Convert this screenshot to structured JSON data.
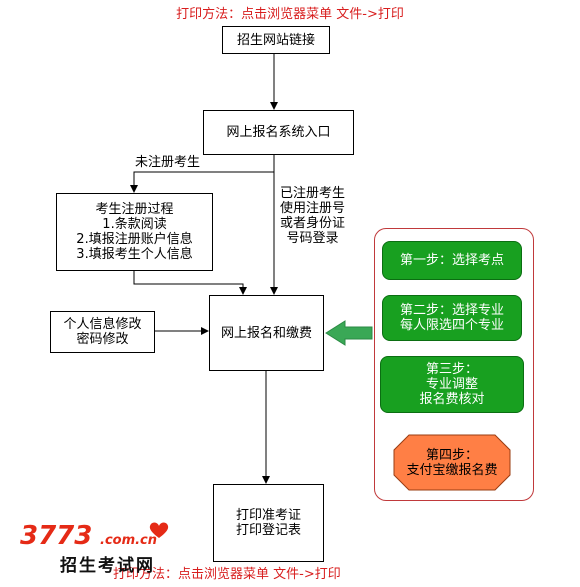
{
  "notes": {
    "top": "打印方法：点击浏览器菜单  文件->打印",
    "bottom": "打印方法：点击浏览器菜单  文件->打印"
  },
  "nodes": {
    "link": "招生网站链接",
    "entry": "网上报名系统入口",
    "register_title": "考生注册过程",
    "register_steps": [
      "1.条款阅读",
      "2.填报注册账户信息",
      "3.填报考生个人信息"
    ],
    "info_modify": [
      "个人信息修改",
      "密码修改"
    ],
    "signup_pay": "网上报名和缴费",
    "print": [
      "打印准考证",
      "打印登记表"
    ]
  },
  "edge_labels": {
    "unregistered": "未注册考生",
    "registered": [
      "已注册考生",
      "使用注册号",
      "或者身份证",
      "号码登录"
    ]
  },
  "steps": {
    "step1": [
      "第一步：选择考点"
    ],
    "step2": [
      "第二步：选择专业",
      "每人限选四个专业"
    ],
    "step3": [
      "第三步：",
      "专业调整",
      "报名费核对"
    ],
    "step4": [
      "第四步：",
      "支付宝缴报名费"
    ]
  },
  "logo": {
    "number": "3773",
    "domain": ".com.cn",
    "chinese": "招生考试网"
  },
  "colors": {
    "note_red": "#d81e1e",
    "step_green": "#18a020",
    "step4_orange": "#ff7f45",
    "panel_border": "#c0393b",
    "arrow_green": "#3aa856"
  }
}
